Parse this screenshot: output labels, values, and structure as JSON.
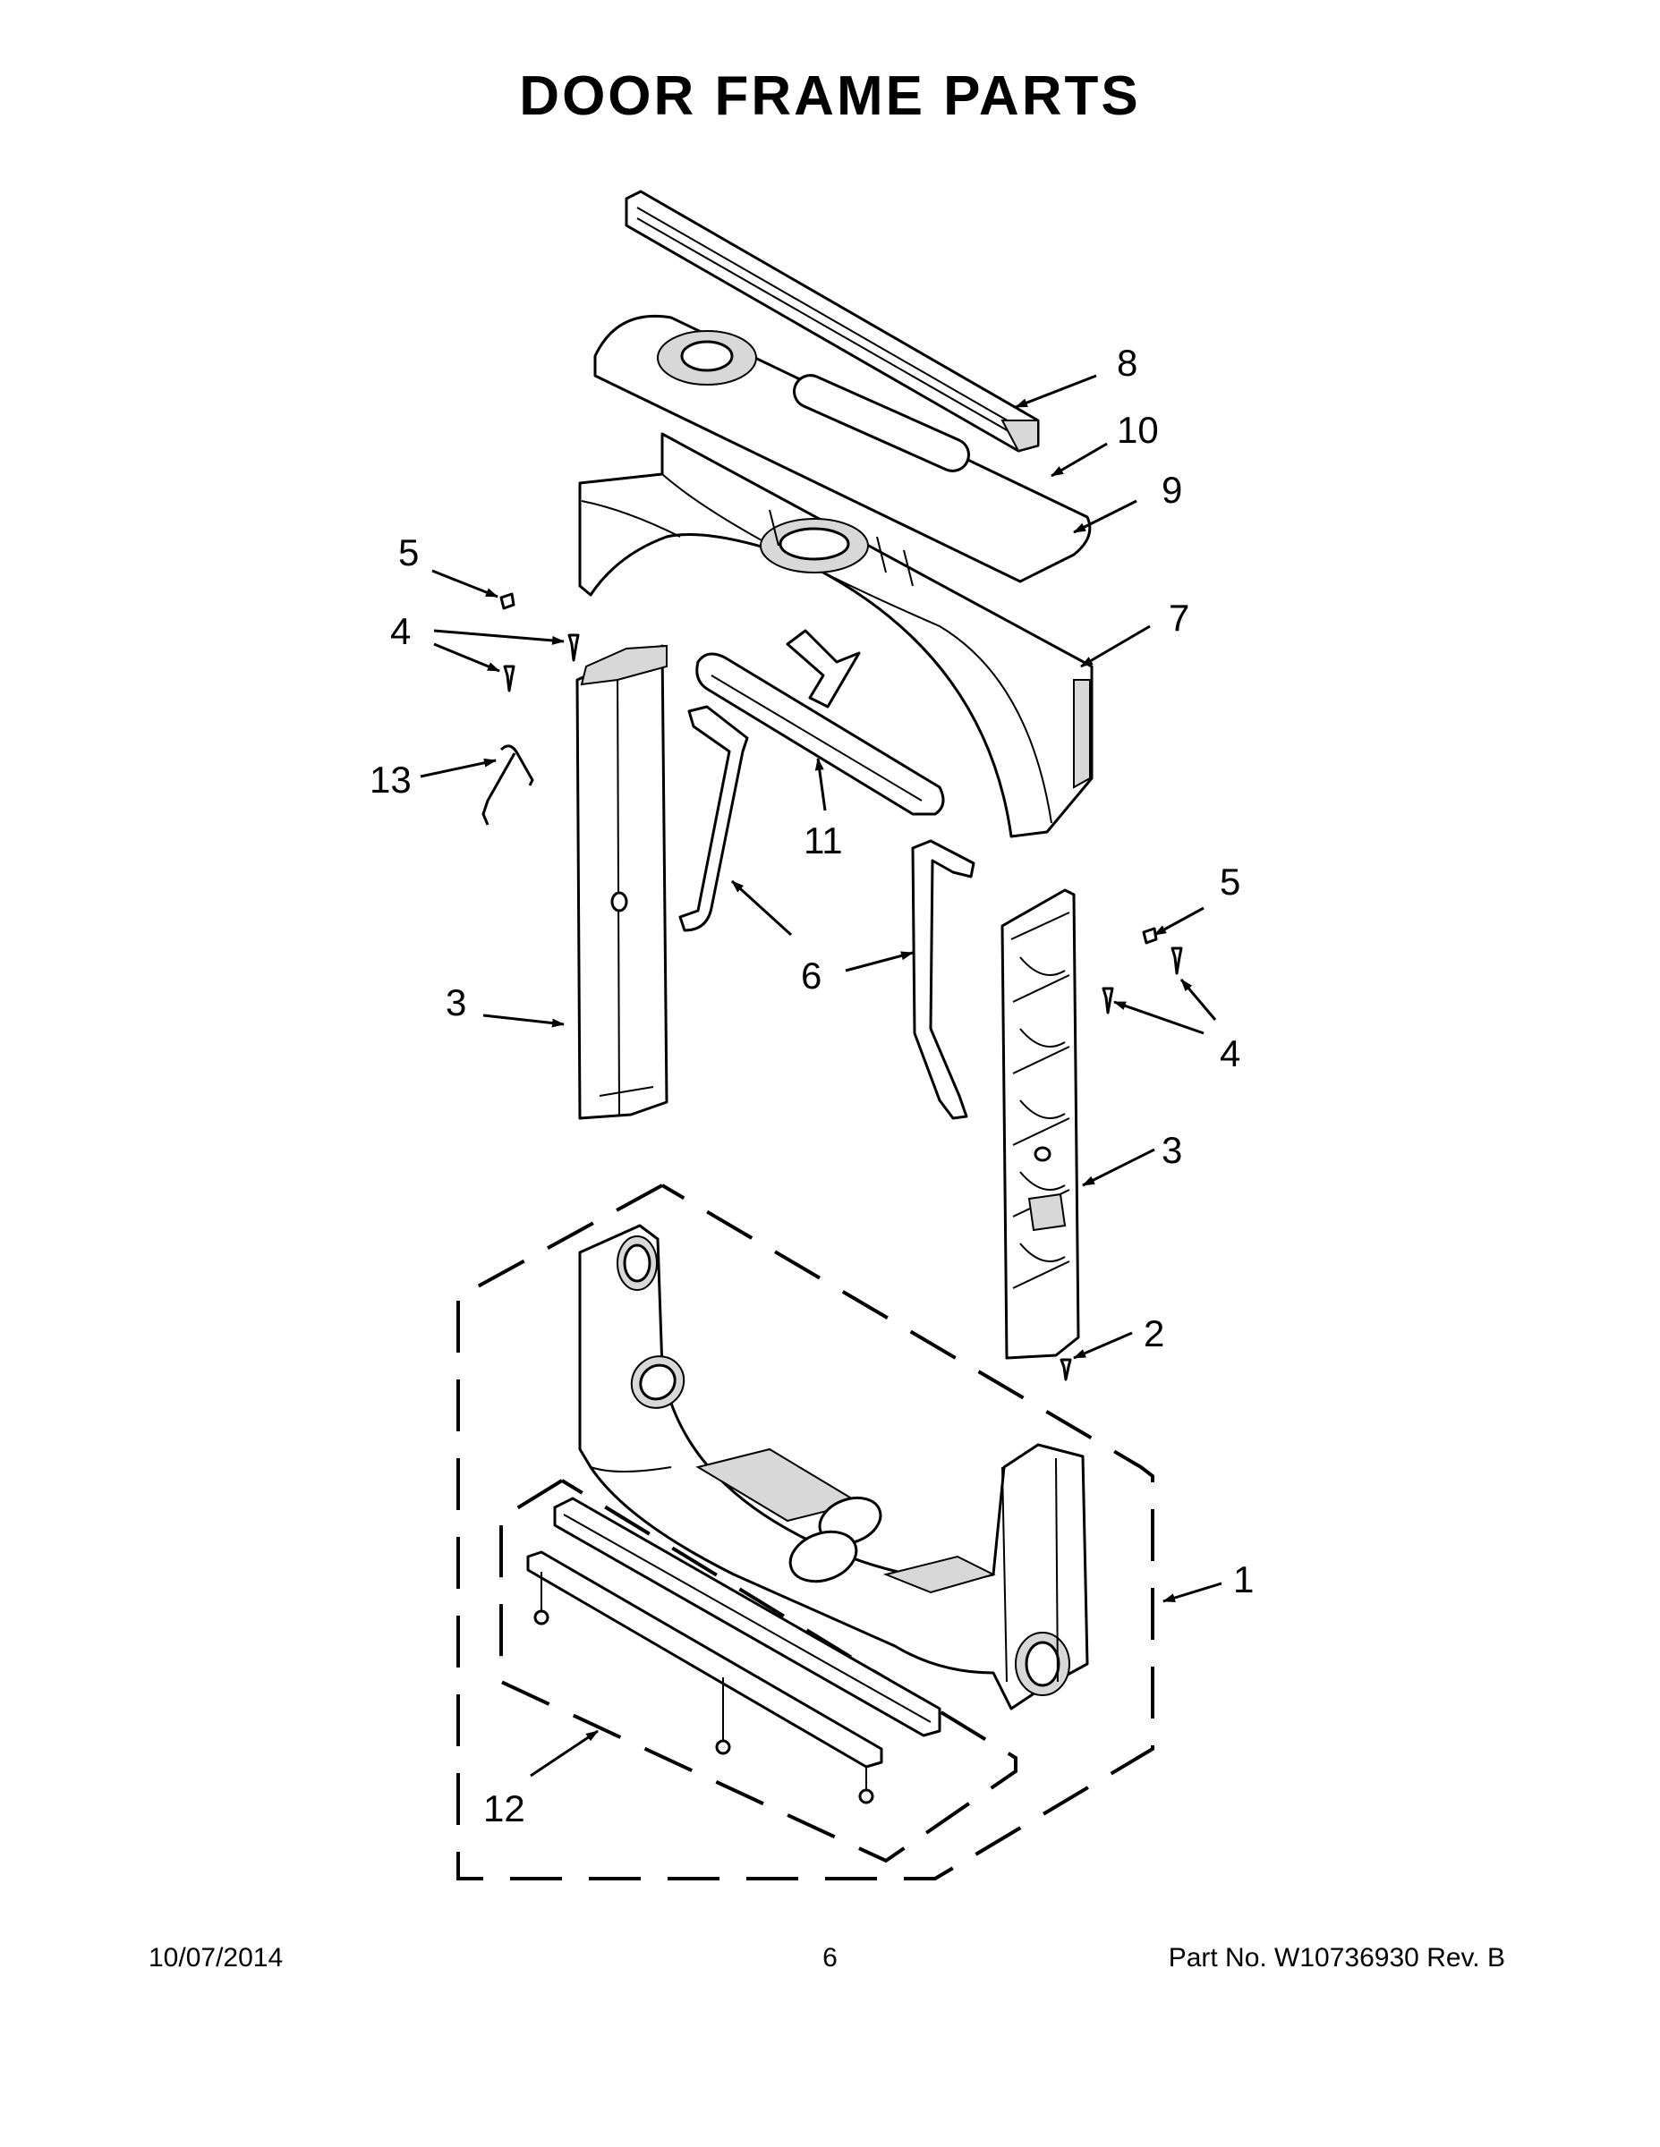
{
  "page": {
    "title": "DOOR FRAME PARTS",
    "footer": {
      "date": "10/07/2014",
      "page_number": "6",
      "part_number": "Part No.  W10736930  Rev.  B"
    }
  },
  "callouts": [
    {
      "id": "c8a",
      "label": "8"
    },
    {
      "id": "c10",
      "label": "10"
    },
    {
      "id": "c9",
      "label": "9"
    },
    {
      "id": "c5a",
      "label": "5"
    },
    {
      "id": "c7",
      "label": "7"
    },
    {
      "id": "c4a",
      "label": "4"
    },
    {
      "id": "c13",
      "label": "13"
    },
    {
      "id": "c11",
      "label": "11"
    },
    {
      "id": "c5b",
      "label": "5"
    },
    {
      "id": "c6",
      "label": "6"
    },
    {
      "id": "c3a",
      "label": "3"
    },
    {
      "id": "c4b",
      "label": "4"
    },
    {
      "id": "c3b",
      "label": "3"
    },
    {
      "id": "c2",
      "label": "2"
    },
    {
      "id": "c1",
      "label": "1"
    },
    {
      "id": "c12",
      "label": "12"
    }
  ]
}
